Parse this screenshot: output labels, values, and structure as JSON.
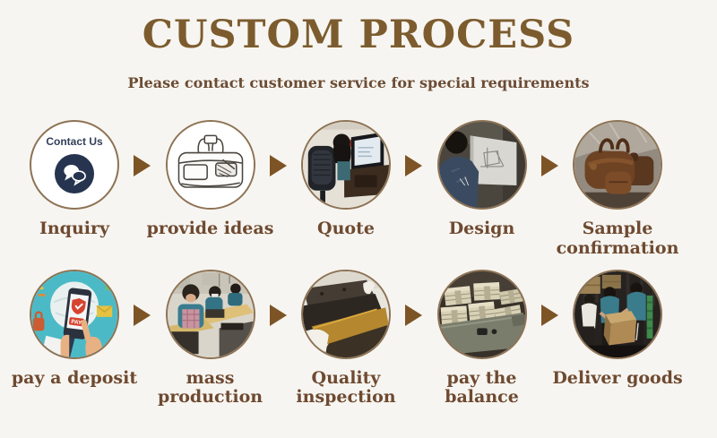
{
  "header": {
    "title": "CUSTOM PROCESS",
    "subtitle": "Please contact customer service for special requirements"
  },
  "colors": {
    "background": "#f7f5f1",
    "title_brown": "#7c5c2e",
    "label_brown": "#6e4a31",
    "arrow_brown": "#7d5426",
    "circle_border": "#8d7354",
    "contact_navy": "#263450",
    "pay_red": "#d64430",
    "deposit_teal": "#4bbac6"
  },
  "steps": [
    {
      "label": "Inquiry",
      "icon": "chat-bubbles-icon",
      "badge": "Contact Us"
    },
    {
      "label": "provide ideas",
      "icon": "bag-sketch-icon"
    },
    {
      "label": "Quote",
      "icon": "quote-office-photo"
    },
    {
      "label": "Design",
      "icon": "design-cad-photo"
    },
    {
      "label": "Sample\nconfirmation",
      "icon": "leather-samples-photo"
    },
    {
      "label": "pay a deposit",
      "icon": "mobile-payment-illustration",
      "pay_label": "PAY"
    },
    {
      "label": "mass\nproduction",
      "icon": "factory-sewing-photo"
    },
    {
      "label": "Quality\ninspection",
      "icon": "leather-inspection-photo"
    },
    {
      "label": "pay the\nbalance",
      "icon": "cash-briefcase-photo"
    },
    {
      "label": "Deliver goods",
      "icon": "container-loading-photo"
    }
  ]
}
